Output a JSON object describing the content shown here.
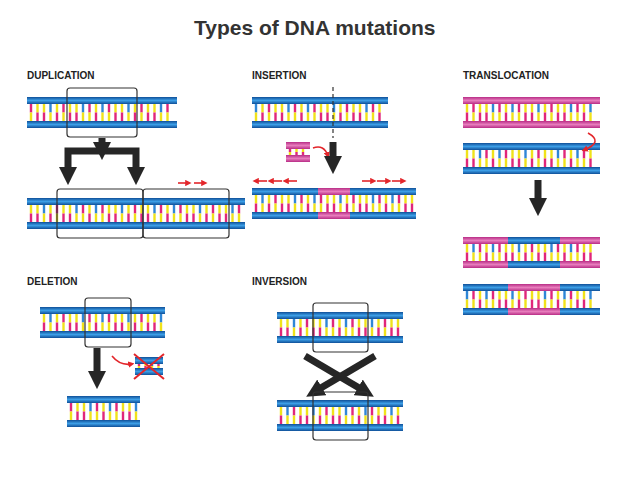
{
  "diagram": {
    "title": "Types of DNA mutations",
    "labels": [
      "DUPLICATION",
      "INSERTION",
      "TRANSLOCATION",
      "DELETION",
      "INVERSION"
    ]
  }
}
